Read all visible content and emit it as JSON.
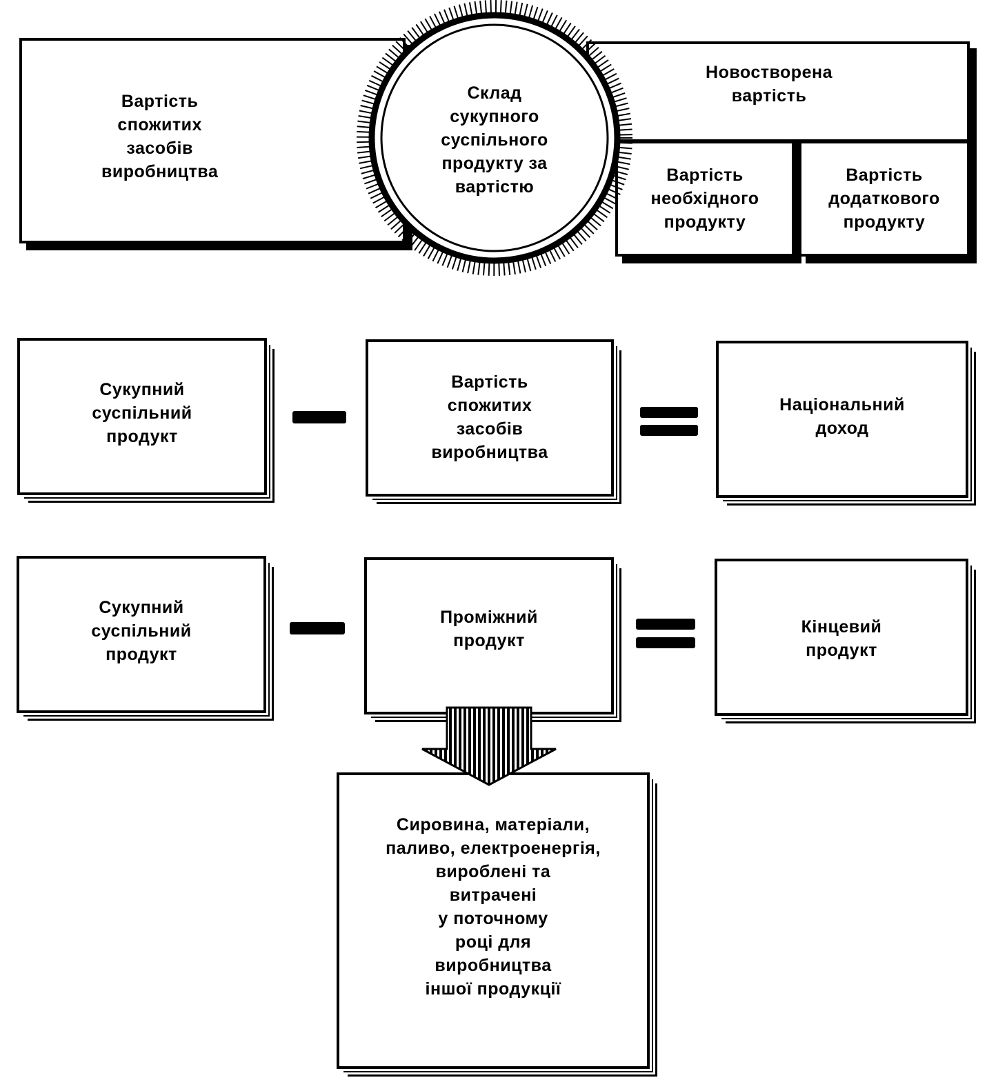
{
  "top": {
    "circle_label": "Склад\nсукупного\nсуспільного\nпродукту за\nвартістю",
    "consumed_means": "Вартість\nспожитих\nзасобів\nвиробництва",
    "new_value": "Новостворена\nвартість",
    "necessary_product": "Вартість\nнеобхідного\nпродукту",
    "surplus_product": "Вартість\nдодаткового\nпродукту"
  },
  "row1": {
    "left": "Сукупний\nсуспільний\nпродукт",
    "middle": "Вартість\nспожитих\nзасобів\nвиробництва",
    "right": "Національний\nдоход"
  },
  "row2": {
    "left": "Сукупний\nсуспільний\nпродукт",
    "middle": "Проміжний\nпродукт",
    "right": "Кінцевий\nпродукт"
  },
  "bottom": {
    "text": "Сировина, матеріали,\nпаливо, електроенергія,\nвироблені та\nвитрачені\nу поточному\nроці для\nвиробництва\nіншої продукції"
  },
  "colors": {
    "ink": "#000000",
    "paper": "#ffffff"
  }
}
